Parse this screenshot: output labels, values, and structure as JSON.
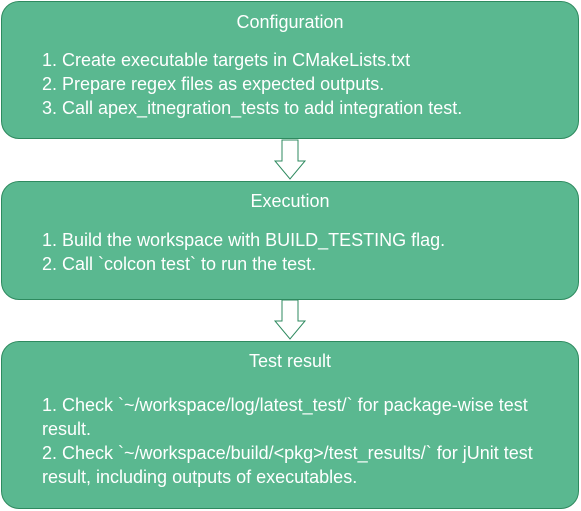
{
  "colors": {
    "box_fill": "#5ab890",
    "box_border": "#2e8a5f",
    "text": "#ffffff",
    "arrow_fill": "#ffffff",
    "arrow_stroke": "#2e8a5f"
  },
  "boxes": [
    {
      "title": "Configuration",
      "items": [
        "1. Create executable targets in CMakeLists.txt",
        "2. Prepare regex files as expected outputs.",
        "3. Call apex_itnegration_tests to add integration test."
      ]
    },
    {
      "title": "Execution",
      "items": [
        "1. Build the workspace with BUILD_TESTING flag.",
        "2. Call `colcon test` to run the test."
      ]
    },
    {
      "title": "Test result",
      "items": [
        "1. Check `~/workspace/log/latest_test/` for package-wise test result.",
        "2. Check `~/workspace/build/<pkg>/test_results/` for jUnit test result, including outputs of executables."
      ]
    }
  ]
}
